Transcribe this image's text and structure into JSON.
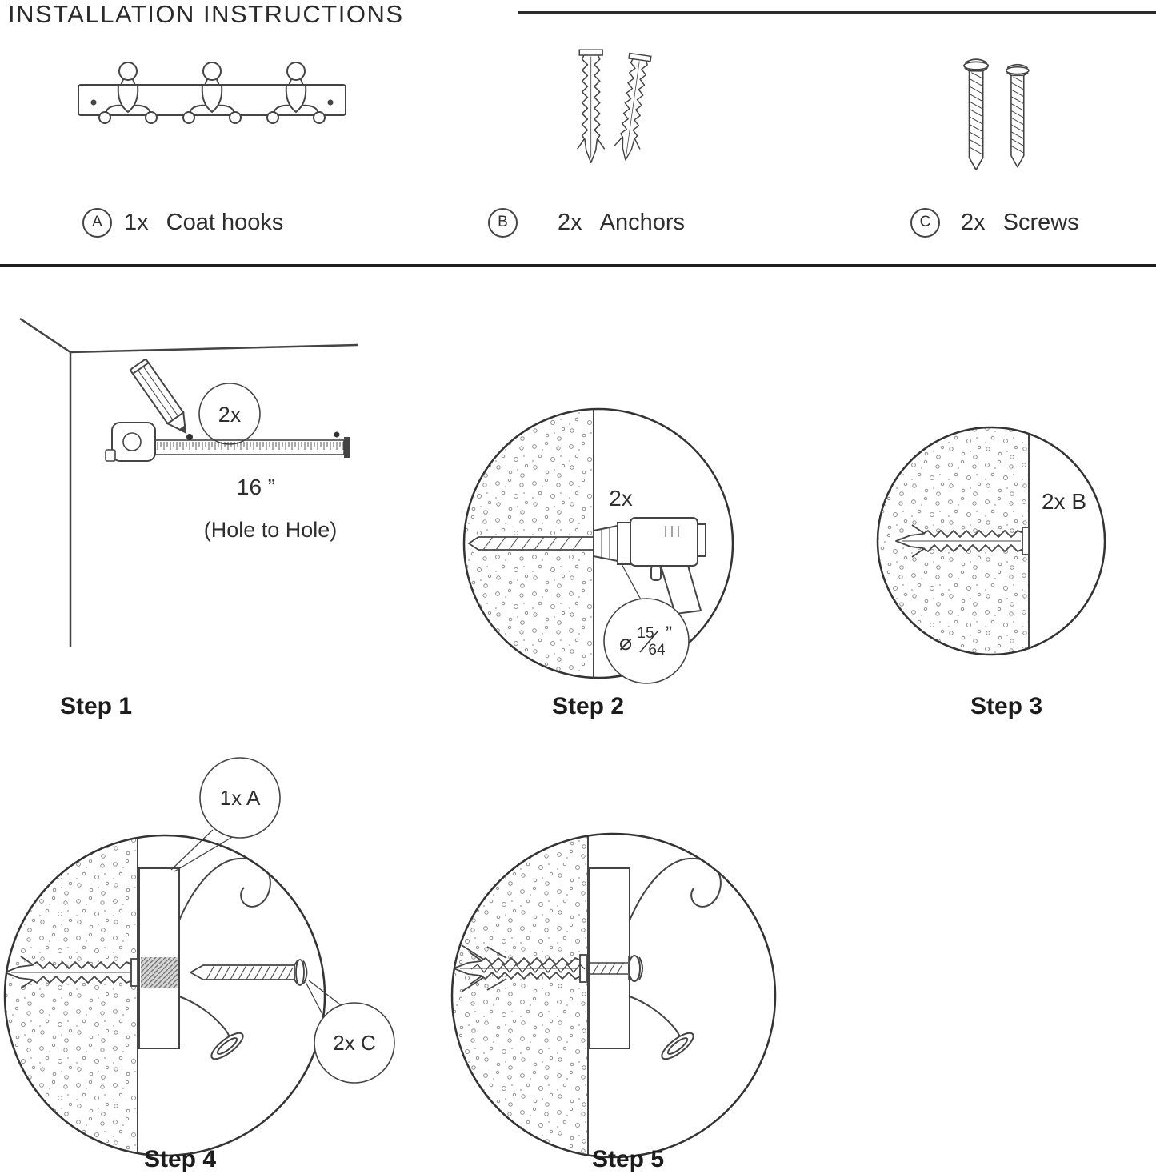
{
  "title": "INSTALLATION INSTRUCTIONS",
  "parts": {
    "a": {
      "id": "A",
      "qty": "1x",
      "name": "Coat hooks"
    },
    "b": {
      "id": "B",
      "qty": "2x",
      "name": "Anchors"
    },
    "c": {
      "id": "C",
      "qty": "2x",
      "name": "Screws"
    }
  },
  "step1": {
    "label": "Step 1",
    "qty": "2x",
    "distance": "16 ”",
    "note": "(Hole to Hole)"
  },
  "step2": {
    "label": "Step 2",
    "qty": "2x",
    "dia_symbol": "⌀",
    "dia_numerator": "15",
    "dia_denominator": "64",
    "dia_unit": "”"
  },
  "step3": {
    "label": "Step 3",
    "qty": "2x B"
  },
  "step4": {
    "label": "Step 4",
    "callout_hooks": "1x A",
    "callout_screws": "2x C"
  },
  "step5": {
    "label": "Step 5"
  }
}
